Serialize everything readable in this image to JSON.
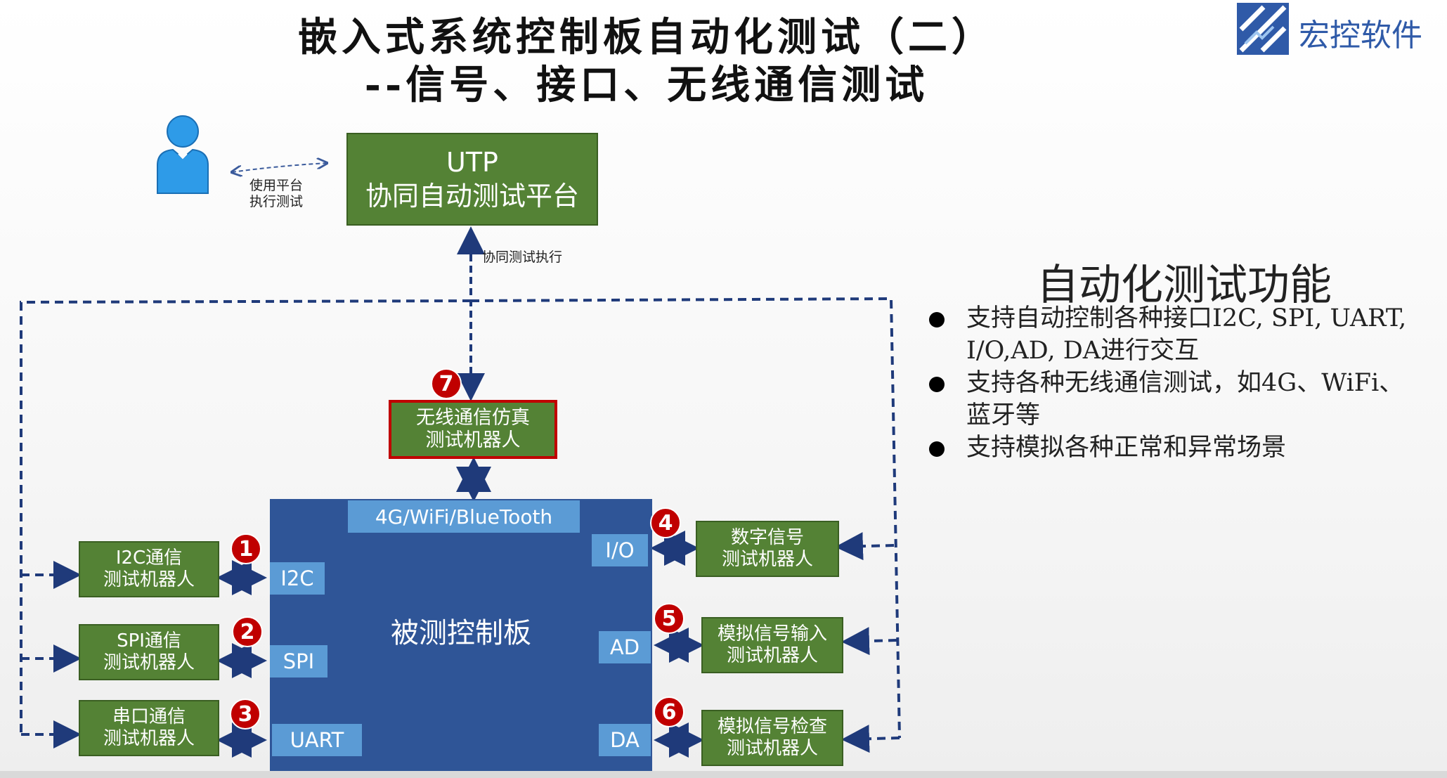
{
  "title": {
    "line1": "嵌入式系统控制板自动化测试（二）",
    "line2": "--信号、接口、无线通信测试"
  },
  "logo": {
    "text": "宏控软件",
    "color": "#2f5aa8",
    "icon": "hk-logo-icon"
  },
  "user": {
    "icon": "person-icon",
    "action_line1": "使用平台",
    "action_line2": "执行测试"
  },
  "utp": {
    "line1": "UTP",
    "line2": "协同自动测试平台"
  },
  "link_label": "协同测试执行",
  "wireless_robot": {
    "badge": "7",
    "line1": "无线通信仿真",
    "line2": "测试机器人"
  },
  "board": {
    "label": "被测控制板",
    "ports": {
      "wireless": "4G/WiFi/BlueTooth",
      "i2c": "I2C",
      "spi": "SPI",
      "uart": "UART",
      "io": "I/O",
      "ad": "AD",
      "da": "DA"
    }
  },
  "left_robots": [
    {
      "badge": "1",
      "line1": "I2C通信",
      "line2": "测试机器人"
    },
    {
      "badge": "2",
      "line1": "SPI通信",
      "line2": "测试机器人"
    },
    {
      "badge": "3",
      "line1": "串口通信",
      "line2": "测试机器人"
    }
  ],
  "right_robots": [
    {
      "badge": "4",
      "line1": "数字信号",
      "line2": "测试机器人"
    },
    {
      "badge": "5",
      "line1": "模拟信号输入",
      "line2": "测试机器人"
    },
    {
      "badge": "6",
      "line1": "模拟信号检查",
      "line2": "测试机器人"
    }
  ],
  "features": {
    "title": "自动化测试功能",
    "items": [
      {
        "line1": "支持自动控制各种接口I2C, SPI, UART,",
        "line2": "I/O,AD, DA进行交互"
      },
      {
        "line1": "支持各种无线通信测试，如4G、WiFi、",
        "line2": "蓝牙等"
      },
      {
        "line1": "支持模拟各种正常和异常场景",
        "line2": ""
      }
    ]
  },
  "colors": {
    "robot_green": "#548235",
    "board_blue": "#2f5597",
    "port_blue": "#5b9bd5",
    "badge_red": "#c00000",
    "arrow_navy": "#1f3a7a"
  }
}
